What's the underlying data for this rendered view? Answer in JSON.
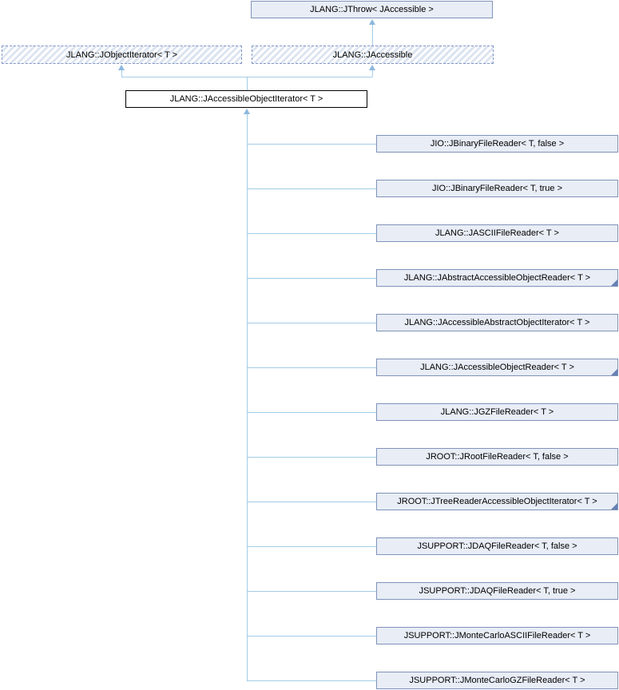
{
  "palette": {
    "node_fill": "#e8edf6",
    "node_border": "#8093b8",
    "current_border": "#000000",
    "hatch_stripe": "#dce4f1",
    "hatch_border": "#8296c6",
    "edge_line": "#a3cce8",
    "edge_arrowhead": "#8cb8de",
    "corner_marker": "#6680b4"
  },
  "ancestors": {
    "grandparent": {
      "label": "JLANG::JThrow< JAccessible >"
    },
    "parents": [
      {
        "label": "JLANG::JObjectIterator< T >"
      },
      {
        "label": "JLANG::JAccessible"
      }
    ]
  },
  "current": {
    "label": "JLANG::JAccessibleObjectIterator< T >"
  },
  "subclasses": [
    {
      "label": "JIO::JBinaryFileReader< T, false >",
      "expandable": false
    },
    {
      "label": "JIO::JBinaryFileReader< T, true >",
      "expandable": false
    },
    {
      "label": "JLANG::JASCIIFileReader< T >",
      "expandable": false
    },
    {
      "label": "JLANG::JAbstractAccessibleObjectReader< T >",
      "expandable": true
    },
    {
      "label": "JLANG::JAccessibleAbstractObjectIterator< T >",
      "expandable": false
    },
    {
      "label": "JLANG::JAccessibleObjectReader< T >",
      "expandable": true
    },
    {
      "label": "JLANG::JGZFileReader< T >",
      "expandable": false
    },
    {
      "label": "JROOT::JRootFileReader< T, false >",
      "expandable": false
    },
    {
      "label": "JROOT::JTreeReaderAccessibleObjectIterator< T >",
      "expandable": true
    },
    {
      "label": "JSUPPORT::JDAQFileReader< T, false >",
      "expandable": false
    },
    {
      "label": "JSUPPORT::JDAQFileReader< T, true >",
      "expandable": false
    },
    {
      "label": "JSUPPORT::JMonteCarloASCIIFileReader< T >",
      "expandable": false
    },
    {
      "label": "JSUPPORT::JMonteCarloGZFileReader< T >",
      "expandable": false
    }
  ]
}
